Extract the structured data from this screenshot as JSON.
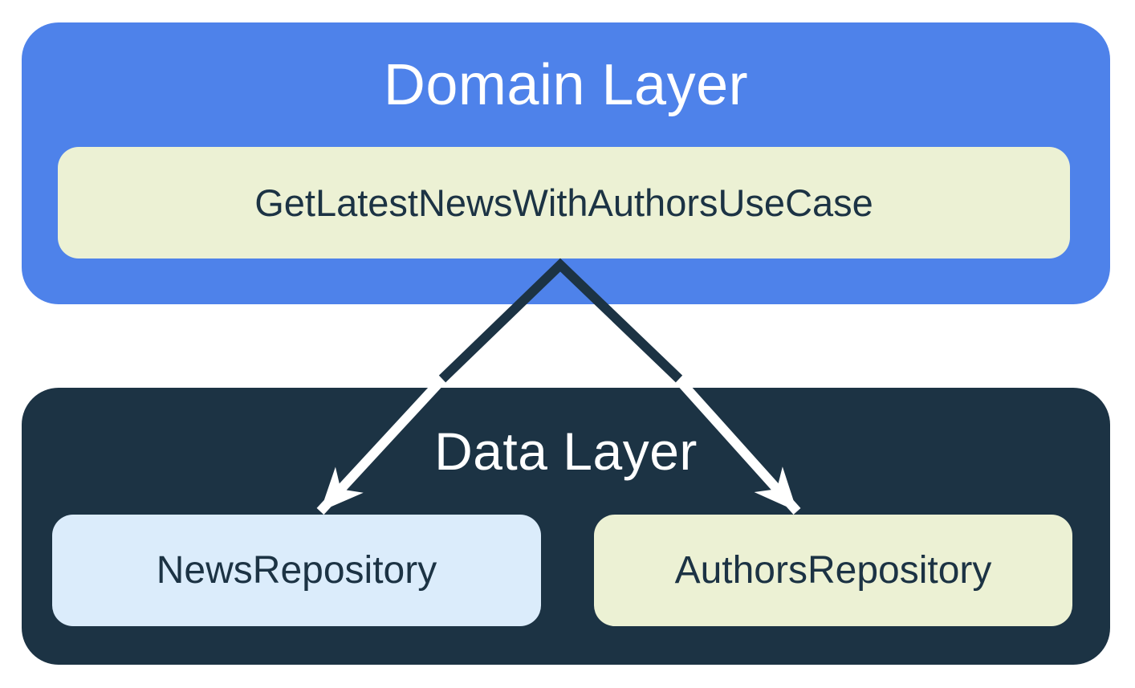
{
  "diagram": {
    "domain_layer": {
      "title": "Domain Layer",
      "use_case_label": "GetLatestNewsWithAuthorsUseCase"
    },
    "data_layer": {
      "title": "Data Layer",
      "repositories": [
        {
          "label": "NewsRepository"
        },
        {
          "label": "AuthorsRepository"
        }
      ]
    },
    "arrows": [
      {
        "from": "GetLatestNewsWithAuthorsUseCase",
        "to": "NewsRepository"
      },
      {
        "from": "GetLatestNewsWithAuthorsUseCase",
        "to": "AuthorsRepository"
      }
    ]
  },
  "colors": {
    "page_bg": "#FFFFFF",
    "domain_bg": "#4E82EA",
    "data_bg": "#1C3344",
    "usecase_bg": "#ECF1D4",
    "news_bg": "#DBECFB",
    "authors_bg": "#ECF1D4",
    "title_text": "#FFFFFF",
    "box_text": "#1C3344",
    "arrow_dark": "#1C3344",
    "arrow_light": "#FFFFFF"
  }
}
